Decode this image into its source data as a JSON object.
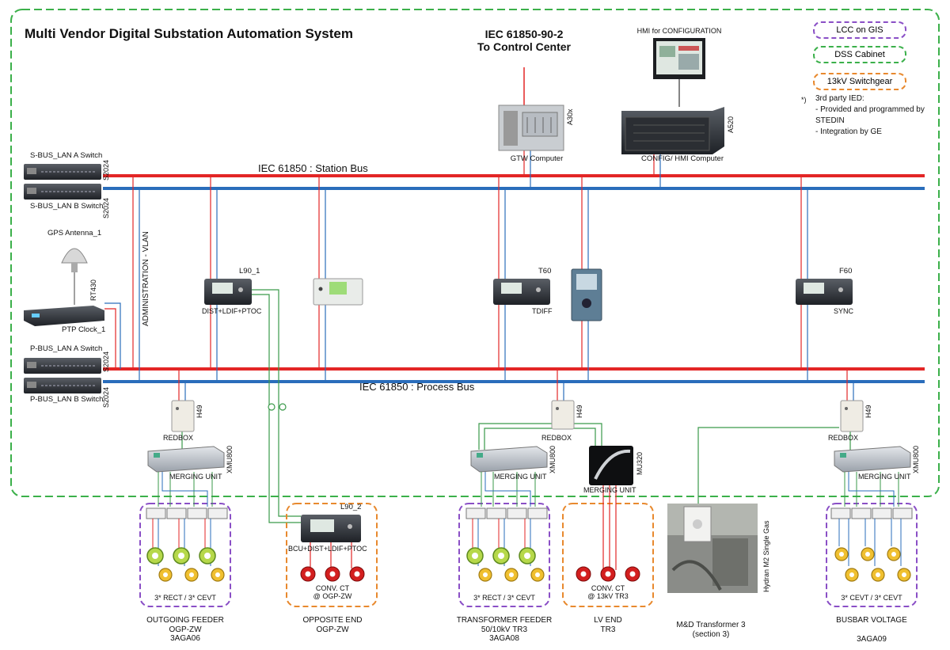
{
  "title": "Multi Vendor Digital Substation Automation System",
  "control_center": {
    "line1": "IEC 61850-90-2",
    "line2": "To Control Center"
  },
  "hmi_config": "HMI for CONFIGURATION",
  "legend": {
    "lcc": "LCC on GIS",
    "dss": "DSS Cabinet",
    "swgr": "13kV Switchgear",
    "colors": {
      "lcc": "#8a4fc6",
      "dss": "#3bb04a",
      "swgr": "#e8892e"
    }
  },
  "note": {
    "marker": "*)",
    "heading": "3rd party IED:",
    "line1": "- Provided and programmed by",
    "line2": "STEDIN",
    "line3": "- Integration by GE"
  },
  "buses": {
    "station": "IEC 61850 : Station Bus",
    "process": "IEC 61850 : Process Bus",
    "colors": {
      "red": "#e32626",
      "blue": "#2a6dbb",
      "green": "#3a9a4a"
    }
  },
  "switches": {
    "s_a": "S-BUS_LAN A Switch",
    "s_b": "S-BUS_LAN B Switch",
    "p_a": "P-BUS_LAN A Switch",
    "p_b": "P-BUS_LAN B Switch",
    "model": "S2024"
  },
  "gps": "GPS Antenna_1",
  "ptp": {
    "label": "PTP Clock_1",
    "model": "RT430"
  },
  "admin_vlan": "ADMINISTRATION - VLAN",
  "gtw": {
    "label": "GTW Computer",
    "model": "A30x"
  },
  "config_pc": {
    "label": "CONFIG/ HMI Computer",
    "model": "A520"
  },
  "ied_l90_1": {
    "name": "L90_1",
    "func": "DIST+LDIF+PTOC"
  },
  "ied_t60": {
    "name": "T60",
    "func": "TDIFF"
  },
  "ied_f60": {
    "name": "F60",
    "func": "SYNC"
  },
  "ied_l90_2": {
    "name": "L90_2",
    "func": "BCU+DIST+LDIF+PTOC"
  },
  "redbox": {
    "label": "REDBOX",
    "model": "H49"
  },
  "merging": {
    "label": "MERGING UNIT",
    "xmu": "XMU800",
    "mu320": "MU320"
  },
  "conv_ct_1": {
    "line1": "CONV. CT",
    "line2": "@ OGP-ZW"
  },
  "conv_ct_2": {
    "line1": "CONV. CT",
    "line2": "@ 13kV TR3"
  },
  "rect_cevt": "3* RECT / 3* CEVT",
  "cevt_cevt": "3* CEVT / 3* CEVT",
  "hydran": "Hydran M2 Single Gas",
  "bays": {
    "outgoing": {
      "line1": "OUTGOING FEEDER",
      "line2": "OGP-ZW",
      "line3": "3AGA06"
    },
    "opposite": {
      "line1": "OPPOSITE END",
      "line2": "OGP-ZW"
    },
    "transformer": {
      "line1": "TRANSFORMER FEEDER",
      "line2": "50/10kV TR3",
      "line3": "3AGA08"
    },
    "lv": {
      "line1": "LV END",
      "line2": "TR3"
    },
    "md": {
      "line1": "M&D Transformer 3",
      "line2": "(section 3)"
    },
    "busbar": {
      "line1": "BUSBAR VOLTAGE",
      "line2": "3AGA09"
    }
  }
}
